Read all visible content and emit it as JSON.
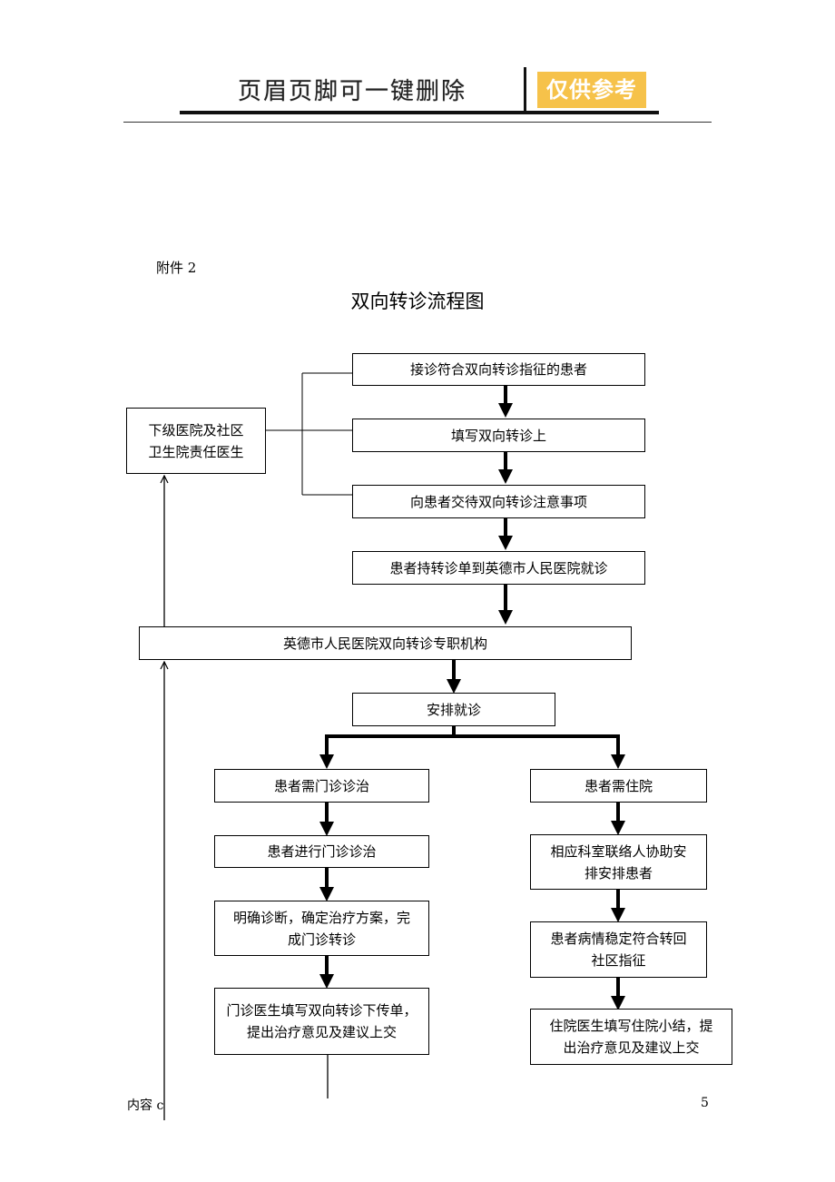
{
  "header": {
    "banner_text": "页眉页脚可一键删除",
    "badge_text": "仅供参考",
    "badge_color": "#f6c24a"
  },
  "document": {
    "attachment_label": "附件 2",
    "title": "双向转诊流程图"
  },
  "flow": {
    "community_doctor": [
      "下级医院及社区",
      "卫生院责任医生"
    ],
    "step_receive_patient": "接诊符合双向转诊指征的患者",
    "step_fill_form": "填写双向转诊上",
    "step_explain_notes": "向患者交待双向转诊注意事项",
    "step_go_hospital": "患者持转诊单到英德市人民医院就诊",
    "referral_office": "英德市人民医院双向转诊专职机构",
    "arrange_visit": "安排就诊",
    "outpatient": {
      "need": "患者需门诊诊治",
      "treatment": "患者进行门诊诊治",
      "diagnosis": [
        "明确诊断，确定治疗方案，完",
        "成门诊转诊"
      ],
      "referral_form": [
        "门诊医生填写双向转诊下传单，",
        "提出治疗意见及建议上交"
      ]
    },
    "inpatient": {
      "need": "患者需住院",
      "arrange": [
        "相应科室联络人协助安",
        "排安排患者"
      ],
      "stable": [
        "患者病情稳定符合转回",
        "社区指征"
      ],
      "summary": [
        "住院医生填写住院小结，提",
        "出治疗意见及建议上交"
      ]
    }
  },
  "footer": {
    "left": "内容 c",
    "page_number": "5"
  }
}
